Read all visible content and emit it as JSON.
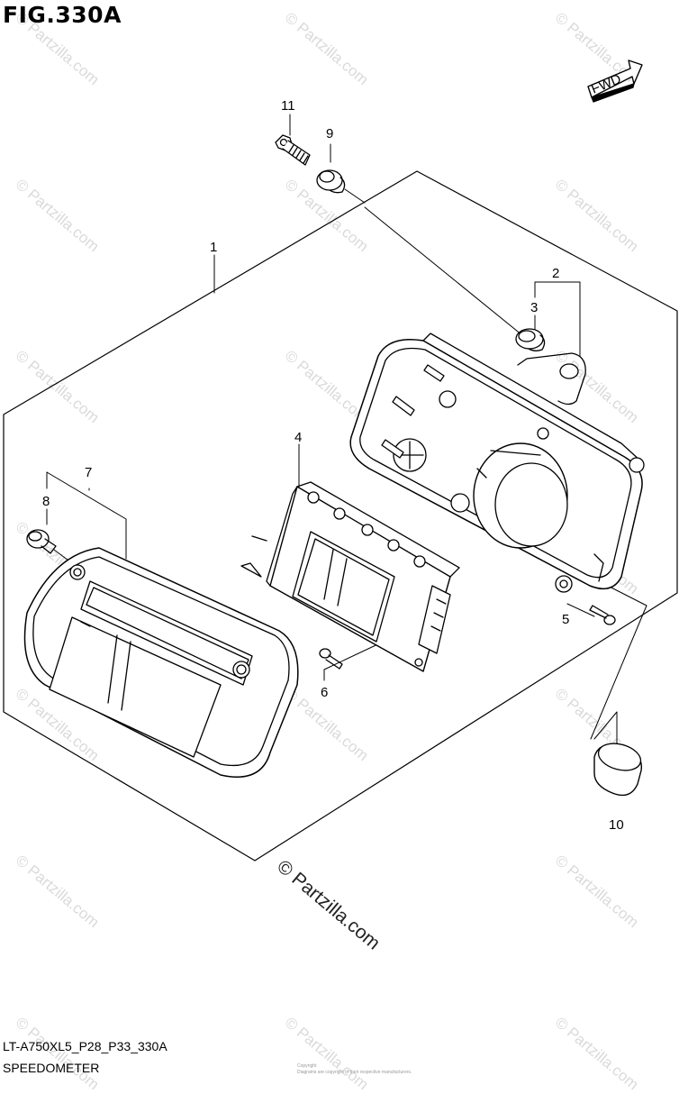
{
  "figure": {
    "title": "FIG.330A",
    "code": "LT-A750XL5_P28_P33_330A",
    "name": "SPEEDOMETER"
  },
  "watermark": {
    "text": "© Partzilla.com",
    "big_text": "© Partzilla.com"
  },
  "fwd_label": "FWD",
  "fine_print": [
    "Copyright",
    "Diagrams are copyright of their respective manufacturers."
  ],
  "callouts": {
    "c1": "1",
    "c2": "2",
    "c3": "3",
    "c4": "4",
    "c5": "5",
    "c6": "6",
    "c7": "7",
    "c8": "8",
    "c9": "9",
    "c10": "10",
    "c11": "11"
  },
  "colors": {
    "line": "#000000",
    "fill": "#ffffff",
    "shade": "#9a9a9a",
    "watermark": "#dadada"
  }
}
